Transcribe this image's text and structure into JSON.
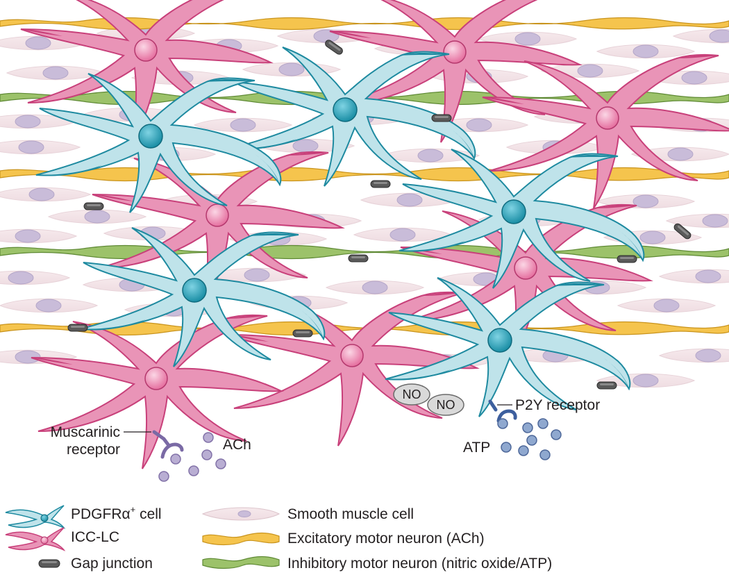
{
  "labels": {
    "muscarinic_line1": "Muscarinic",
    "muscarinic_line2": "receptor",
    "ach": "ACh",
    "no": "NO",
    "p2y": "P2Y receptor",
    "atp": "ATP"
  },
  "legend": {
    "pdgfr_main": "PDGFRα",
    "pdgfr_sup": "+",
    "pdgfr_tail": " cell",
    "icc": "ICC-LC",
    "gap": "Gap junction",
    "smooth": "Smooth muscle cell",
    "excitatory": "Excitatory motor neuron (ACh)",
    "inhibitory": "Inhibitory motor neuron (nitric oxide/ATP)"
  },
  "colors": {
    "pdgfr_fill": "#bfe3ea",
    "pdgfr_edge": "#1e8aa0",
    "icc_fill": "#e994b7",
    "icc_edge": "#c8407a",
    "smooth_fill": "#f3e3e7",
    "smooth_nucleus": "#c9bcd9",
    "excitatory": "#f5c44d",
    "inhibitory": "#9cc26a",
    "gap_junction": "#5a5a5a",
    "ach_molecule": "#b9aed3",
    "atp_molecule": "#8fa8cf",
    "no_fill": "#d9d9d9"
  }
}
